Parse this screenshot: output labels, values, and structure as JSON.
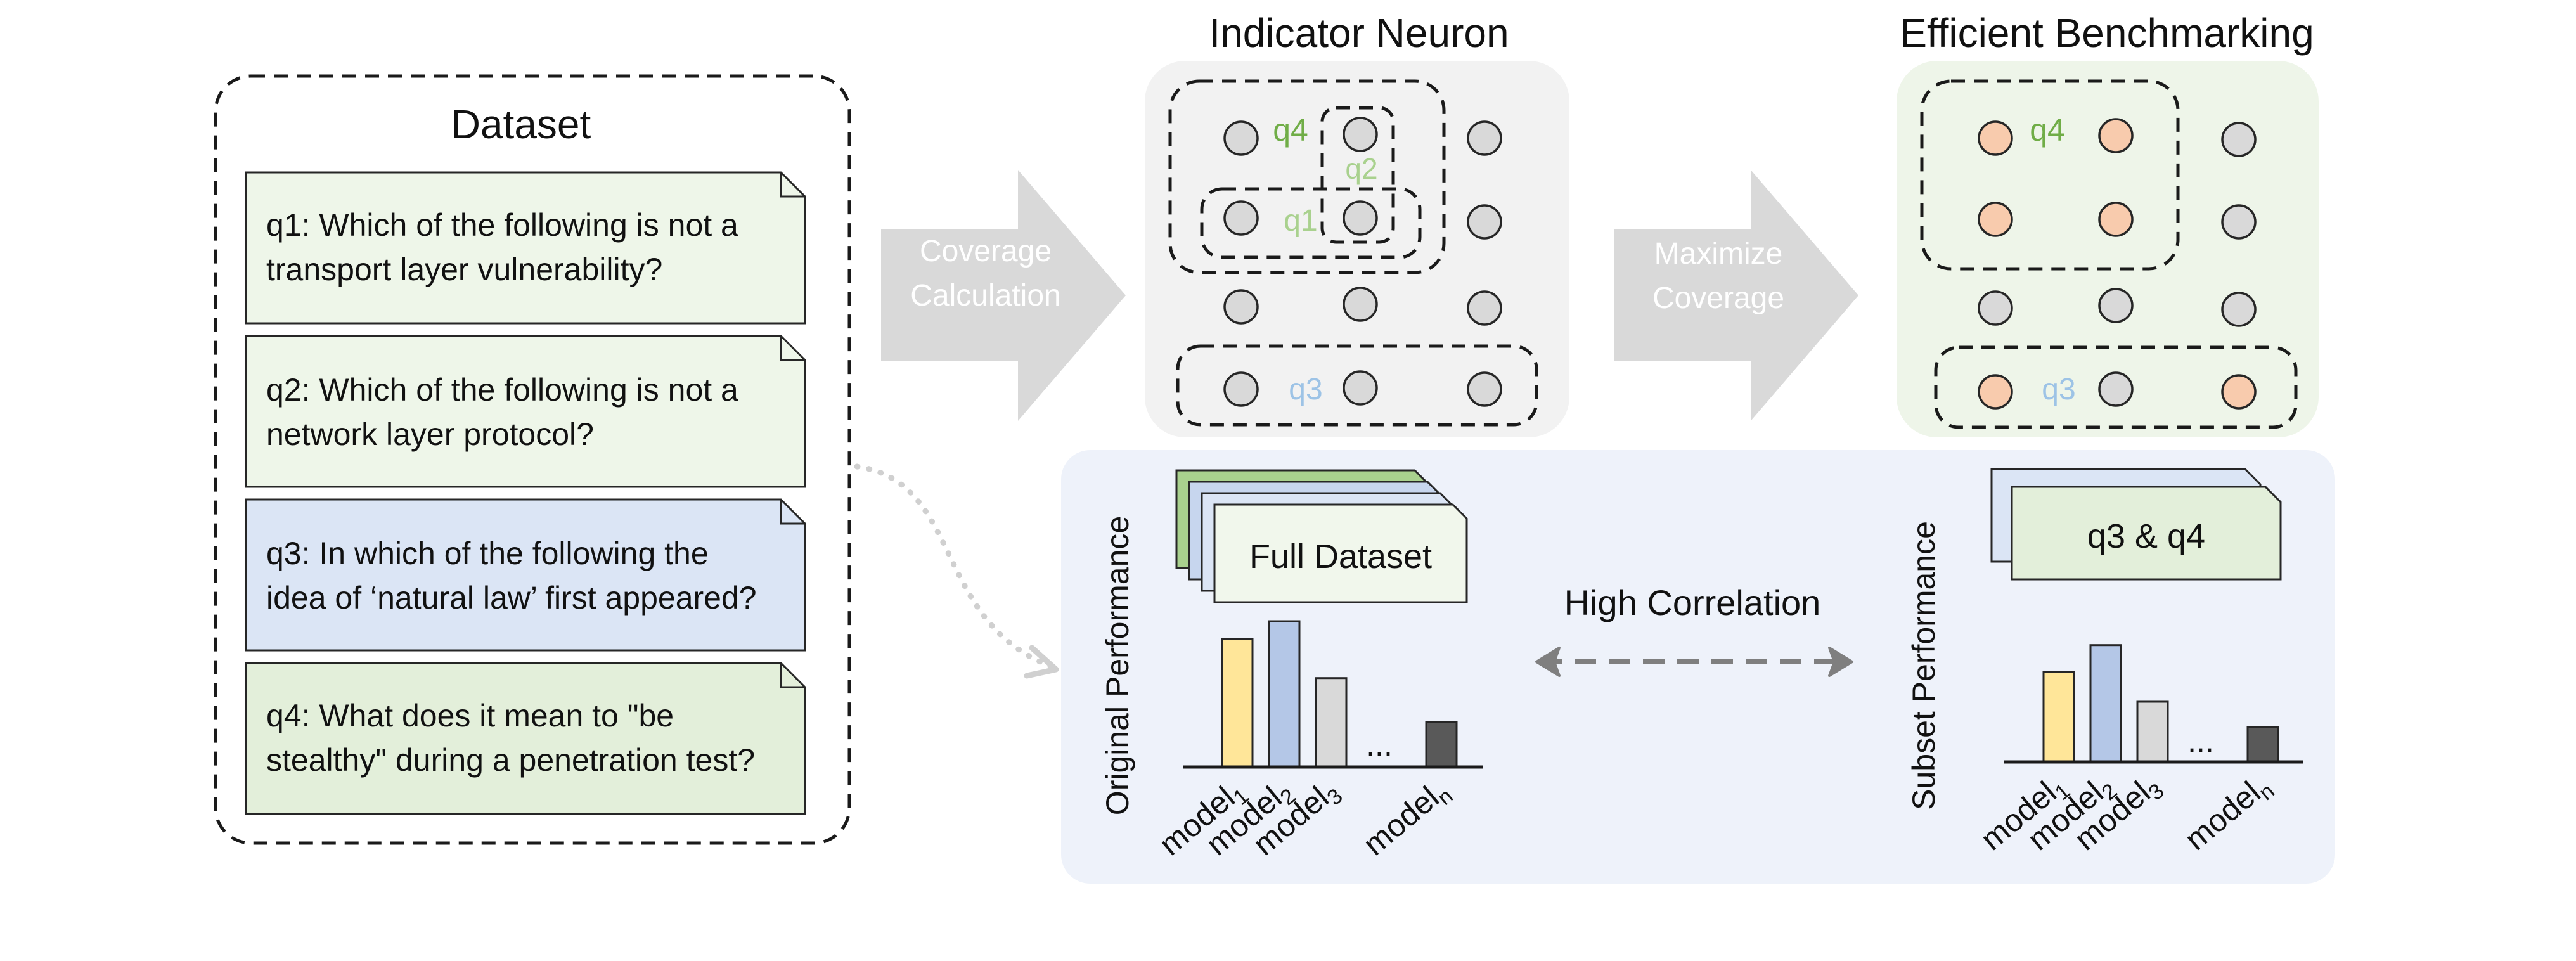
{
  "dataset": {
    "title": "Dataset",
    "questions": [
      {
        "id": "q1",
        "lines": [
          "q1: Which of the following is not a",
          "transport layer vulnerability?"
        ],
        "fill": "#eef6e9"
      },
      {
        "id": "q2",
        "lines": [
          "q2: Which of the following is not a",
          "network layer protocol?"
        ],
        "fill": "#eef6e9"
      },
      {
        "id": "q3",
        "lines": [
          "q3: In which of the following the",
          "idea of ‘natural law’ first appeared?"
        ],
        "fill": "#dbe5f5"
      },
      {
        "id": "q4",
        "lines": [
          "q4: What does it mean to \"be",
          "stealthy\" during a penetration test?"
        ],
        "fill": "#e3efda"
      }
    ]
  },
  "arrows": {
    "coverage_calc": [
      "Coverage",
      "Calculation"
    ],
    "maximize": [
      "Maximize",
      "Coverage"
    ]
  },
  "indicator_neuron": {
    "title": "Indicator Neuron",
    "labels": {
      "q4": "q4",
      "q2": "q2",
      "q1": "q1",
      "q3": "q3"
    }
  },
  "efficient": {
    "title": "Efficient Benchmarking",
    "labels": {
      "q4": "q4",
      "q3": "q3"
    }
  },
  "performance": {
    "original_label": "Original Performance",
    "subset_label": "Subset Performance",
    "full_dataset": "Full Dataset",
    "subset_card": "q3 & q4",
    "correlation": "High Correlation",
    "ellipsis": "...",
    "models": [
      {
        "base": "model",
        "sub": "1"
      },
      {
        "base": "model",
        "sub": "2"
      },
      {
        "base": "model",
        "sub": "3"
      },
      {
        "base": "model",
        "sub": "n"
      }
    ],
    "original_values": [
      0.88,
      1.0,
      0.61,
      0.31
    ],
    "subset_values": [
      0.75,
      0.97,
      0.5,
      0.29
    ]
  },
  "colors": {
    "neuron_gray": "#d9d9d9",
    "neuron_orange": "#f8cbad",
    "label_green": "#70ad47",
    "label_lightgreen": "#a9d18e",
    "label_blue": "#9dc3e6",
    "bar_yellow": "#ffe699",
    "bar_blue": "#b4c7e7",
    "bar_gray": "#d9d9d9",
    "bar_dark": "#595959",
    "arrow_gray": "#d9d9d9"
  }
}
